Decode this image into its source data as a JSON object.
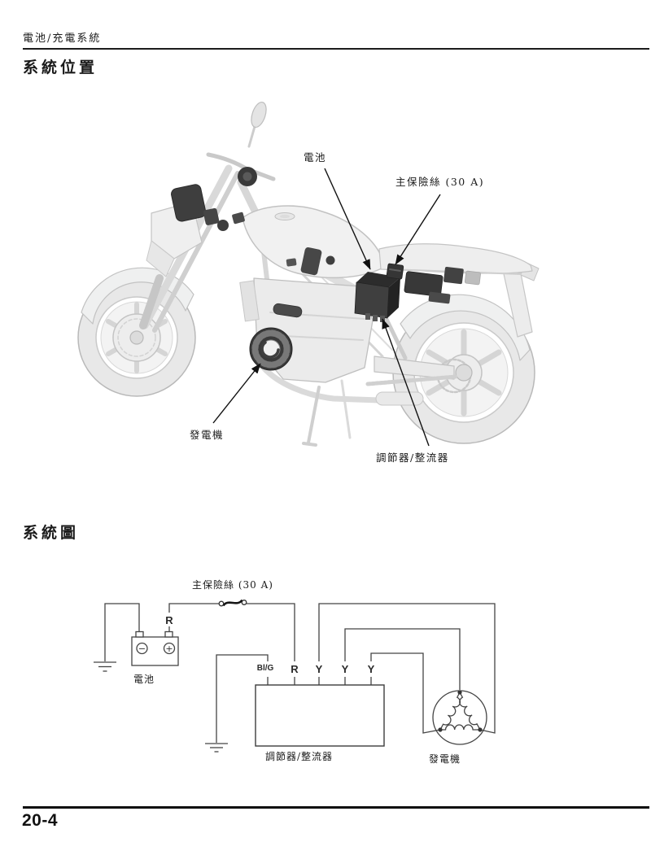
{
  "page": {
    "header": "電池/充電系統",
    "page_number": "20-4"
  },
  "sections": {
    "location_title": "系統位置",
    "diagram_title": "系統圖"
  },
  "location": {
    "labels": {
      "battery": "電池",
      "main_fuse": "主保險絲 (30 A)",
      "generator": "發電機",
      "regulator": "調節器/整流器"
    }
  },
  "circuit": {
    "main_fuse_label": "主保險絲 (30 A)",
    "battery_wire_label": "R",
    "battery_label": "電池",
    "battery_negative": "−",
    "battery_positive": "+",
    "terminals": [
      "Bl/G",
      "R",
      "Y",
      "Y",
      "Y"
    ],
    "regulator_label": "調節器/整流器",
    "generator_label": "發電機"
  },
  "colors": {
    "line": "#444444",
    "dark_component": "#3a3a3a",
    "light_body": "#ececec",
    "body_outline": "#bdbdbd"
  }
}
